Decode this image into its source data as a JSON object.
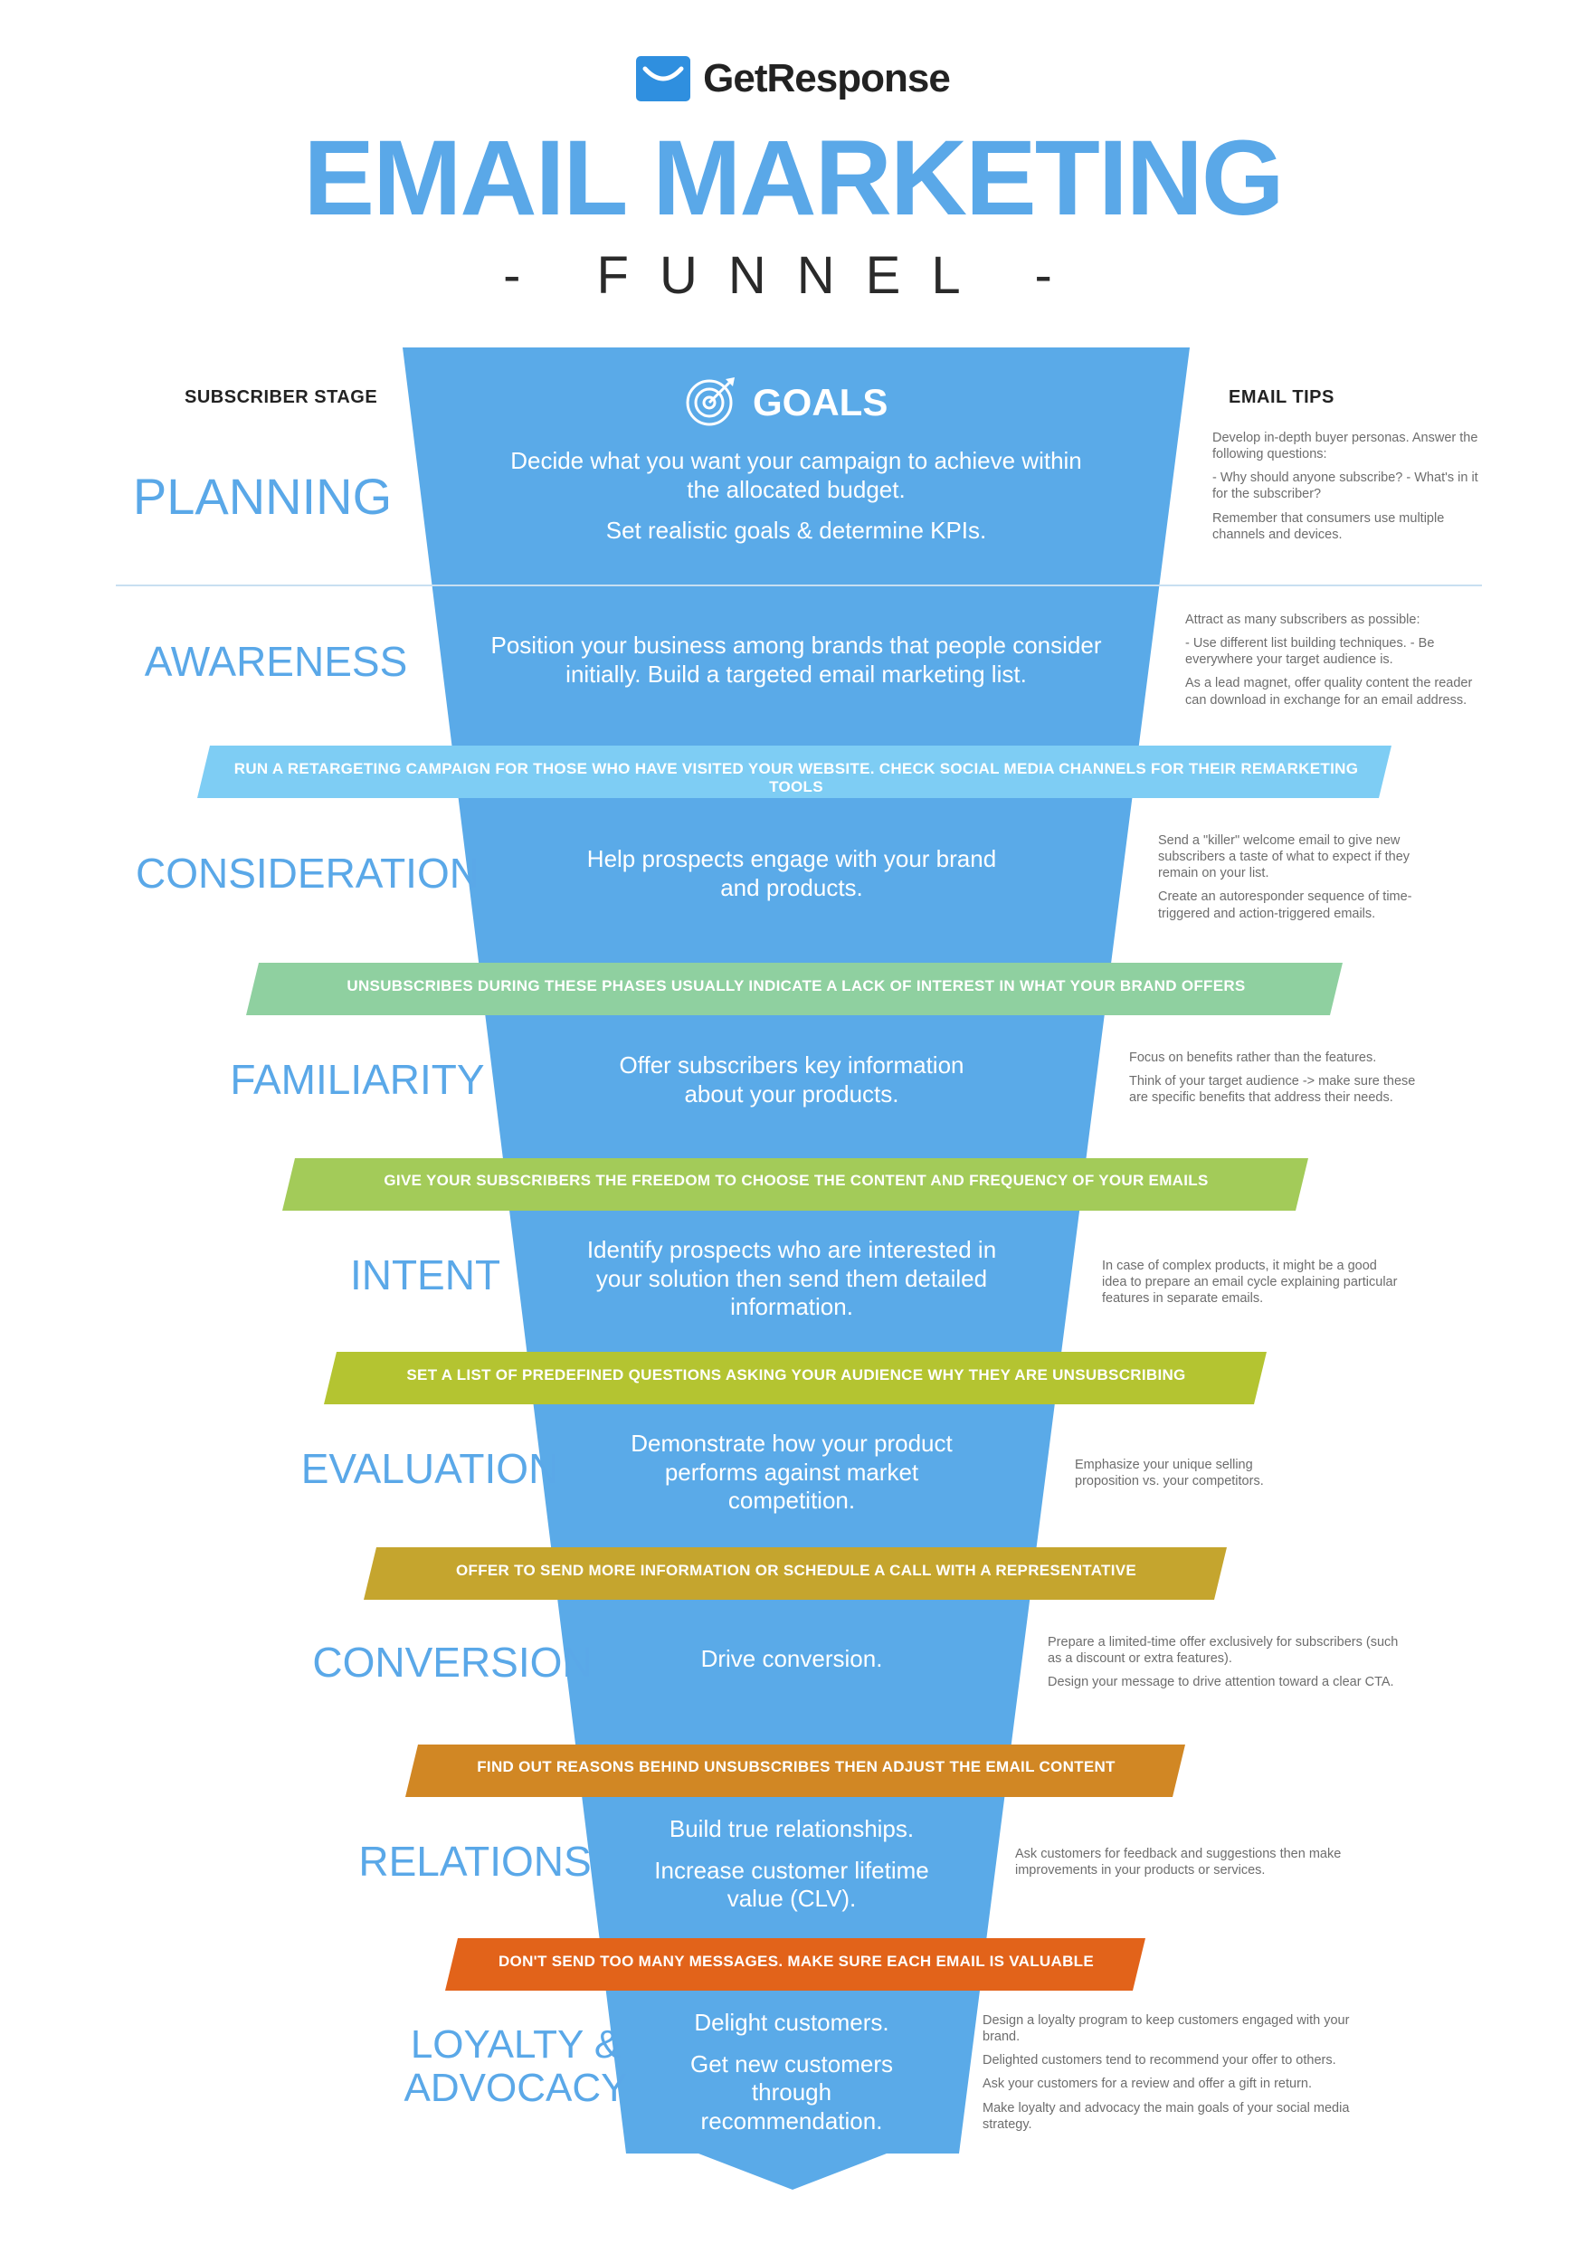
{
  "brand": {
    "logo_text": "GetResponse",
    "primary_color": "#5aa8e8",
    "funnel_color": "#5aaae8"
  },
  "header": {
    "title": "EMAIL MARKETING",
    "subtitle": "- FUNNEL -"
  },
  "columns": {
    "stage_heading": "SUBSCRIBER STAGE",
    "goals_heading": "GOALS",
    "tips_heading": "EMAIL TIPS"
  },
  "stages": [
    {
      "name": "PLANNING",
      "goal": [
        "Decide what you want your campaign to achieve within the allocated budget.",
        "Set realistic goals & determine KPIs."
      ],
      "tips": [
        "Develop in-depth buyer personas. Answer the following questions:",
        "- Why should anyone subscribe? - What's in it for the subscriber?",
        "Remember that consumers use multiple channels and devices."
      ]
    },
    {
      "name": "AWARENESS",
      "goal": [
        "Position your business among brands that people consider initially. Build a targeted email marketing list."
      ],
      "tips": [
        "Attract as many subscribers as possible:",
        "- Use different list building techniques. - Be everywhere your target audience is.",
        "As a lead magnet, offer quality content the reader can download in exchange for an email address."
      ]
    },
    {
      "name": "CONSIDERATION",
      "goal": [
        "Help prospects engage with your brand and products."
      ],
      "tips": [
        "Send a \"killer\" welcome email to give new subscribers a taste of what to expect if they remain on your list.",
        "Create an autoresponder sequence of time-triggered and action-triggered emails."
      ]
    },
    {
      "name": "FAMILIARITY",
      "goal": [
        "Offer subscribers key information about your products."
      ],
      "tips": [
        "Focus on benefits rather than the features.",
        "Think of your target audience -> make sure these are specific benefits that address their needs."
      ]
    },
    {
      "name": "INTENT",
      "goal": [
        "Identify prospects who are interested in your solution then send them detailed information."
      ],
      "tips": [
        "In case of complex products, it might be a good idea to prepare an email cycle explaining particular features in separate emails."
      ]
    },
    {
      "name": "EVALUATION",
      "goal": [
        "Demonstrate how your product performs against market competition."
      ],
      "tips": [
        "Emphasize your unique selling proposition vs. your competitors."
      ]
    },
    {
      "name": "CONVERSION",
      "goal": [
        "Drive conversion."
      ],
      "tips": [
        "Prepare a limited-time offer exclusively for subscribers (such as a discount or extra features).",
        "Design your message to drive attention toward a clear CTA."
      ]
    },
    {
      "name": "RELATIONS",
      "goal": [
        "Build true relationships.",
        "Increase customer lifetime value (CLV)."
      ],
      "tips": [
        "Ask customers for feedback and suggestions then make improvements in your products or services."
      ]
    },
    {
      "name": "LOYALTY & ADVOCACY",
      "goal": [
        "Delight customers.",
        "Get new customers through recommendation."
      ],
      "tips": [
        "Design a loyalty program to keep customers engaged with your brand.",
        "Delighted customers tend to recommend your offer to others.",
        "Ask your customers for a review and offer a gift in return.",
        "Make loyalty and advocacy the main goals of your social media strategy."
      ]
    }
  ],
  "bands": [
    {
      "text": "RUN A RETARGETING CAMPAIGN FOR THOSE WHO HAVE VISITED YOUR WEBSITE. CHECK SOCIAL MEDIA CHANNELS FOR THEIR REMARKETING TOOLS",
      "color": "#7ecdf4"
    },
    {
      "text": "UNSUBSCRIBES DURING THESE PHASES USUALLY INDICATE A LACK OF INTEREST IN WHAT YOUR BRAND OFFERS",
      "color": "#8fd0a0"
    },
    {
      "text": "GIVE YOUR SUBSCRIBERS THE FREEDOM TO CHOOSE THE CONTENT AND FREQUENCY OF YOUR EMAILS",
      "color": "#a3cb59"
    },
    {
      "text": "SET A LIST OF PREDEFINED QUESTIONS ASKING YOUR AUDIENCE WHY THEY ARE UNSUBSCRIBING",
      "color": "#b4c431"
    },
    {
      "text": "OFFER TO SEND MORE INFORMATION OR SCHEDULE A CALL WITH A REPRESENTATIVE",
      "color": "#c5a52e"
    },
    {
      "text": "FIND OUT REASONS BEHIND UNSUBSCRIBES THEN ADJUST THE EMAIL CONTENT",
      "color": "#d18724"
    },
    {
      "text": "DON'T SEND TOO MANY MESSAGES. MAKE SURE EACH EMAIL IS VALUABLE",
      "color": "#e2631a"
    }
  ]
}
